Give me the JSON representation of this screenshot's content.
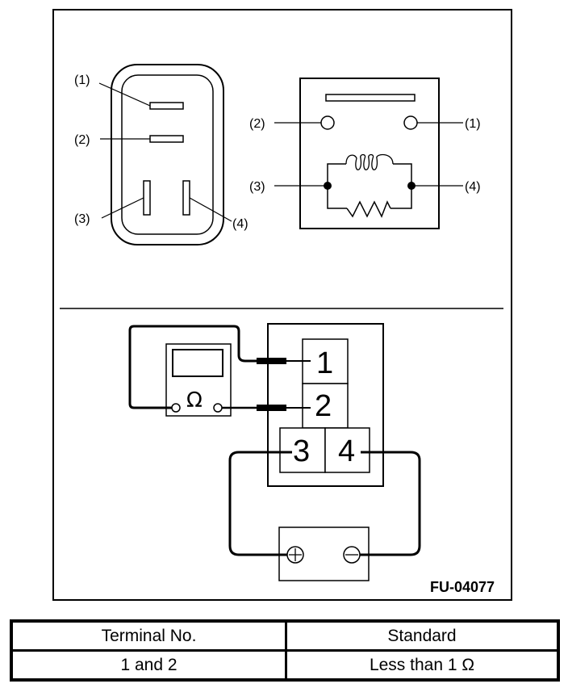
{
  "figure_id": "FU-04077",
  "connector_view": {
    "labels": [
      "(1)",
      "(2)",
      "(3)",
      "(4)"
    ]
  },
  "relay_schematic": {
    "labels": {
      "t1": "(1)",
      "t2": "(2)",
      "t3": "(3)",
      "t4": "(4)"
    },
    "components": [
      "contact-bar",
      "coil",
      "resistor"
    ]
  },
  "test_circuit": {
    "meter_symbol": "Ω",
    "terminals": [
      "1",
      "2",
      "3",
      "4"
    ],
    "battery": {
      "positive": "+",
      "negative": "−"
    }
  },
  "spec_table": {
    "headers": [
      "Terminal No.",
      "Standard"
    ],
    "rows": [
      [
        "1 and 2",
        "Less than 1 Ω"
      ]
    ]
  }
}
